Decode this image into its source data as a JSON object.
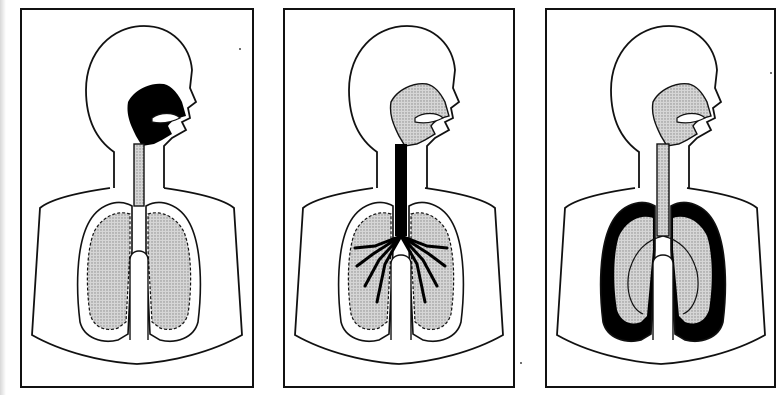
{
  "colors": {
    "outline": "#111111",
    "highlight": "#000000",
    "stipple": "#b8b8b8",
    "background": "#ffffff"
  },
  "panels": [
    {
      "highlighted_region": "upper-airway",
      "lung_pattern": "stippled-with-wavy-border"
    },
    {
      "highlighted_region": "trachea-and-bronchi",
      "lung_pattern": "stippled-with-wavy-border"
    },
    {
      "highlighted_region": "alveolar-lining",
      "lung_pattern": "stippled-with-dark-border"
    }
  ]
}
